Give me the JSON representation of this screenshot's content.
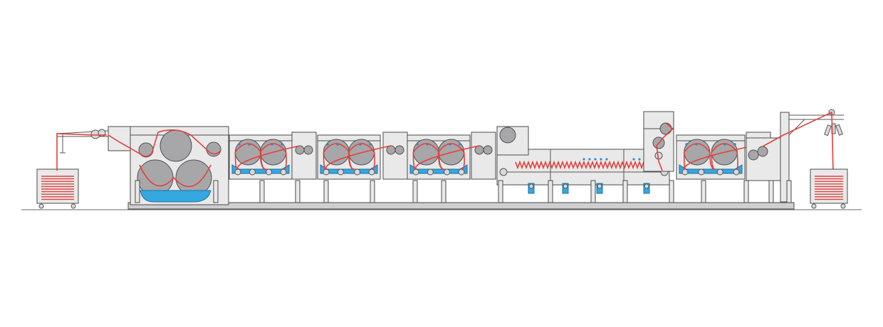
{
  "diagram": {
    "kind": "continuous textile processing line (side elevation)",
    "colors": {
      "background": "#ffffff",
      "frame_fill": "#e9e9ea",
      "frame_stroke": "#4a4a4a",
      "roller_fill": "#a7a7a9",
      "roller_stroke": "#505050",
      "fabric_path": "#e2403c",
      "liquor_fill": "#35a8e0",
      "liquor_stroke": "#1b6fa3",
      "nozzle": "#3e86c6",
      "base": "#cfcfd1"
    },
    "icons": [
      "fabric-batch-cart",
      "j-scray-entry",
      "padder-rollers",
      "wash-compartment",
      "steamer-loop-zone",
      "plaiter-exit"
    ]
  }
}
